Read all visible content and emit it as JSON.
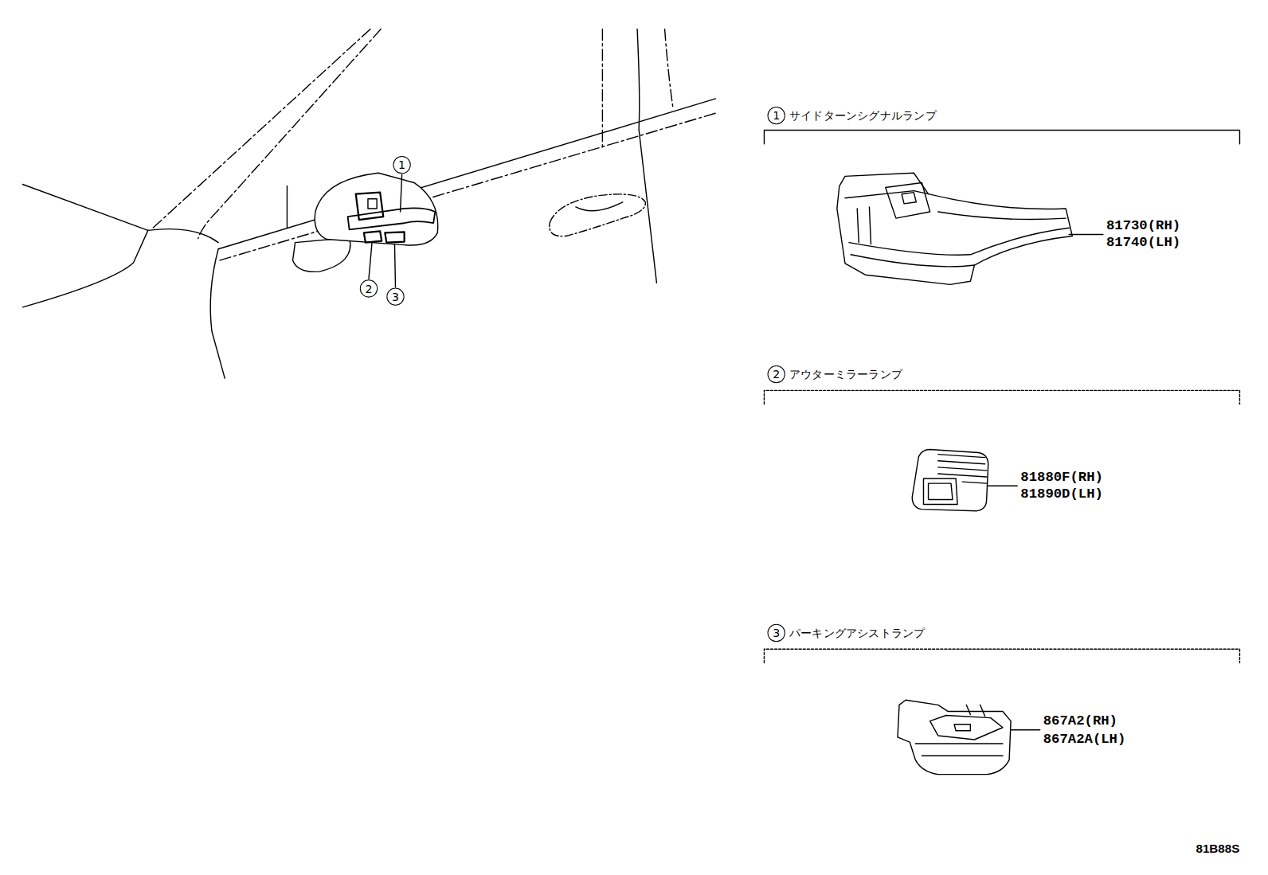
{
  "diagram": {
    "labels": [
      "1",
      "2",
      "3",
      "1",
      "サイドターンシグナルランプ",
      "81730(RH)",
      "81740(LH)",
      "2",
      "アウターミラーランプ",
      "81880F(RH)",
      "81890D(LH)",
      "3",
      "パーキングアシストランプ",
      "867A2(RH)",
      "867A2A(LH)",
      "81B88S"
    ]
  }
}
